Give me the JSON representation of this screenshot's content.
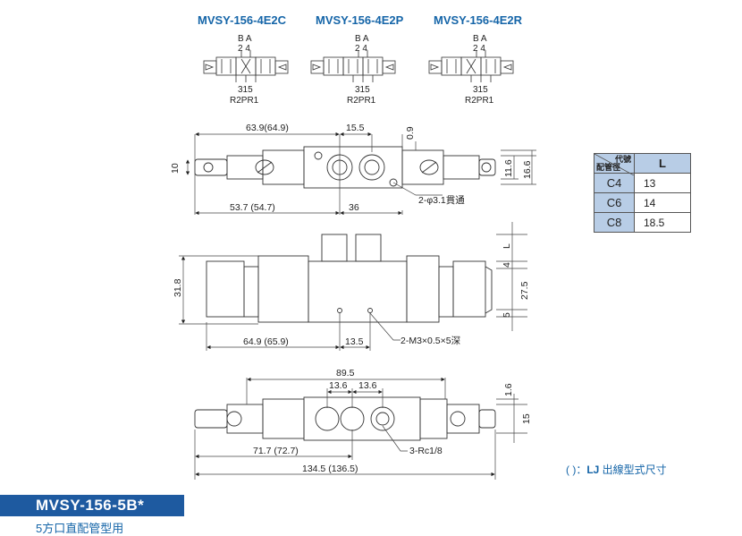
{
  "symbols": [
    {
      "model": "MVSY-156-4E2C",
      "port_top_letters": "B A",
      "port_top_numbers": "2 4",
      "port_bottom_numbers": "315",
      "port_bottom_letters": "R2PR1"
    },
    {
      "model": "MVSY-156-4E2P",
      "port_top_letters": "B A",
      "port_top_numbers": "2 4",
      "port_bottom_numbers": "315",
      "port_bottom_letters": "R2PR1"
    },
    {
      "model": "MVSY-156-4E2R",
      "port_top_letters": "B A",
      "port_top_numbers": "2 4",
      "port_bottom_numbers": "315",
      "port_bottom_letters": "R2PR1"
    }
  ],
  "dimensions": {
    "top": {
      "d1": "63.9(64.9)",
      "d2": "15.5",
      "d3": "0.9",
      "d4": "10",
      "d5": "11.6",
      "d6": "16.6",
      "d7": "53.7 (54.7)",
      "d8": "36",
      "hole": "2-φ3.1貫通"
    },
    "front": {
      "d1": "31.8",
      "d2": "L",
      "d3": "4",
      "d4": "27.5",
      "d5": "5",
      "d6": "64.9 (65.9)",
      "d7": "13.5",
      "thread": "2-M3×0.5×5深"
    },
    "bottom": {
      "d1": "89.5",
      "d2": "13.6",
      "d3": "13.6",
      "d4": "1.6",
      "d5": "15",
      "d6": "71.7 (72.7)",
      "d7": "134.5 (136.5)",
      "port": "3-Rc1/8"
    }
  },
  "table": {
    "header_top": "代號",
    "header_bottom": "配管徑",
    "header_col": "L",
    "rows": [
      {
        "code": "C4",
        "value": "13"
      },
      {
        "code": "C6",
        "value": "14"
      },
      {
        "code": "C8",
        "value": "18.5"
      }
    ]
  },
  "note": {
    "paren": "( )：",
    "lj": "LJ",
    "text": " 出線型式尺寸"
  },
  "badge": "MVSY-156-5B*",
  "subtitle": "5方口直配管型用",
  "colors": {
    "accent": "#1565a8",
    "badge_bg": "#1e5aa0",
    "table_header": "#b8cde6"
  }
}
